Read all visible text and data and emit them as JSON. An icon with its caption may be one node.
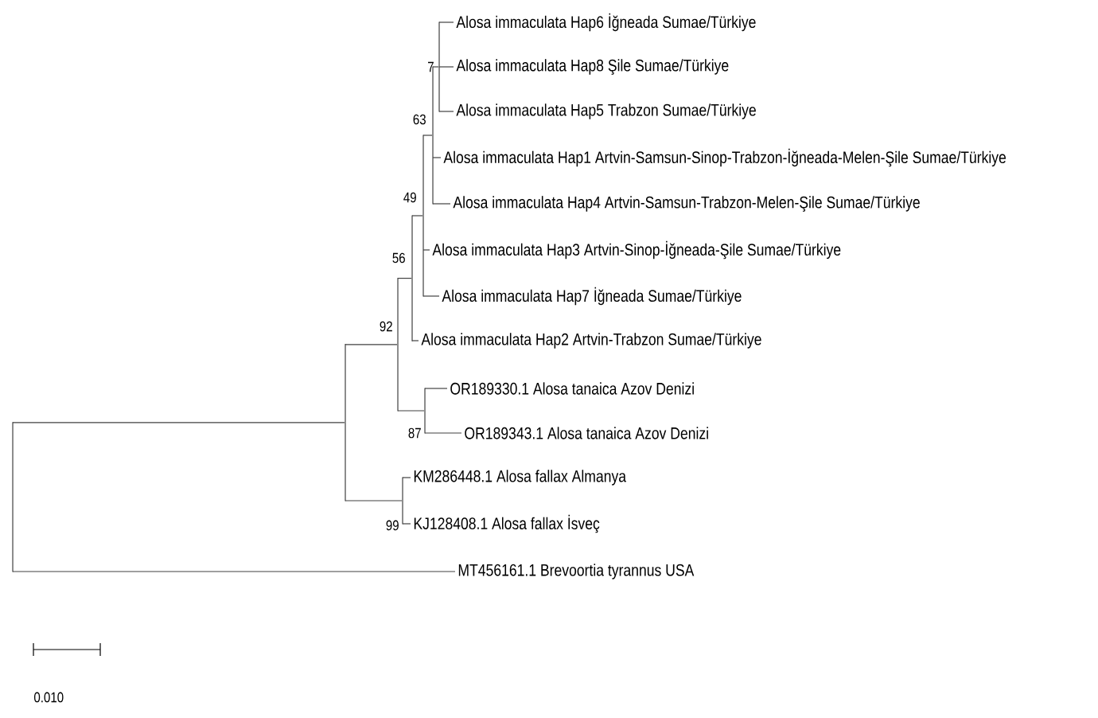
{
  "diagram": {
    "nodes": [
      {
        "text": [
          "Alosa immaculata Hap6 İğneada Sumae/Türkiye"
        ]
      },
      {
        "text": [
          "Alosa immaculata Hap8 Şile Sumae/Türkiye"
        ]
      },
      {
        "text": [
          "Alosa immaculata Hap5 Trabzon Sumae/Türkiye"
        ]
      },
      {
        "text": [
          "Alosa immaculata Hap1 Artvin-Samsun-Sinop-Trabzon-İğneada-Melen-Şile Sumae/Türkiye"
        ]
      },
      {
        "text": [
          "Alosa immaculata Hap4 Artvin-Samsun-Trabzon-Melen-Şile Sumae/Türkiye"
        ]
      },
      {
        "text": [
          "Alosa immaculata Hap3 Artvin-Sinop-İğneada-Şile Sumae/Türkiye"
        ]
      },
      {
        "text": [
          "Alosa immaculata Hap7 İğneada Sumae/Türkiye"
        ]
      },
      {
        "text": [
          "Alosa immaculata Hap2 Artvin-Trabzon Sumae/Türkiye"
        ]
      },
      {
        "text": [
          "OR189330.1 Alosa tanaica Azov Denizi"
        ]
      },
      {
        "text": [
          "OR189343.1 Alosa tanaica Azov Denizi"
        ]
      },
      {
        "text": [
          "KM286448.1 Alosa fallax Almanya"
        ]
      },
      {
        "text": [
          "KJ128408.1 Alosa fallax İsveç"
        ]
      },
      {
        "text": [
          "MT456161.1 Brevoortia tyrannus USA"
        ]
      },
      {
        "text": [],
        "shape": "bar"
      },
      {
        "text": [],
        "shape": "bar"
      },
      {
        "text": [],
        "shape": "bar",
        "beside": [
          "92"
        ]
      },
      {
        "text": [],
        "shape": "bar",
        "beside": [
          "56"
        ]
      },
      {
        "text": [],
        "shape": "bar",
        "beside": [
          "49"
        ]
      },
      {
        "text": [],
        "shape": "bar",
        "beside": [
          "63"
        ]
      },
      {
        "text": [],
        "shape": "bar",
        "beside": [
          "7"
        ]
      },
      {
        "text": [],
        "shape": "bar",
        "beside": [
          "87"
        ]
      },
      {
        "text": [],
        "shape": "bar",
        "beside": [
          "99"
        ]
      }
    ],
    "edges": [
      {
        "from": 13,
        "to": 14,
        "arrow": "none"
      },
      {
        "from": 13,
        "to": 12,
        "arrow": "none"
      },
      {
        "from": 14,
        "to": 15,
        "arrow": "none"
      },
      {
        "from": 14,
        "to": 21,
        "arrow": "none"
      },
      {
        "from": 15,
        "to": 16,
        "arrow": "none"
      },
      {
        "from": 15,
        "to": 20,
        "arrow": "none"
      },
      {
        "from": 16,
        "to": 17,
        "arrow": "none"
      },
      {
        "from": 16,
        "to": 7,
        "arrow": "none"
      },
      {
        "from": 17,
        "to": 18,
        "arrow": "none"
      },
      {
        "from": 17,
        "to": 5,
        "arrow": "none"
      },
      {
        "from": 17,
        "to": 6,
        "arrow": "none"
      },
      {
        "from": 18,
        "to": 19,
        "arrow": "none"
      },
      {
        "from": 18,
        "to": 3,
        "arrow": "none"
      },
      {
        "from": 18,
        "to": 4,
        "arrow": "none"
      },
      {
        "from": 19,
        "to": 0,
        "arrow": "none"
      },
      {
        "from": 19,
        "to": 1,
        "arrow": "none"
      },
      {
        "from": 19,
        "to": 2,
        "arrow": "none"
      },
      {
        "from": 20,
        "to": 8,
        "arrow": "none"
      },
      {
        "from": 20,
        "to": 9,
        "arrow": "none"
      },
      {
        "from": 21,
        "to": 10,
        "arrow": "none"
      },
      {
        "from": 21,
        "to": 11,
        "arrow": "none"
      }
    ],
    "labels": [
      "0.010"
    ]
  }
}
